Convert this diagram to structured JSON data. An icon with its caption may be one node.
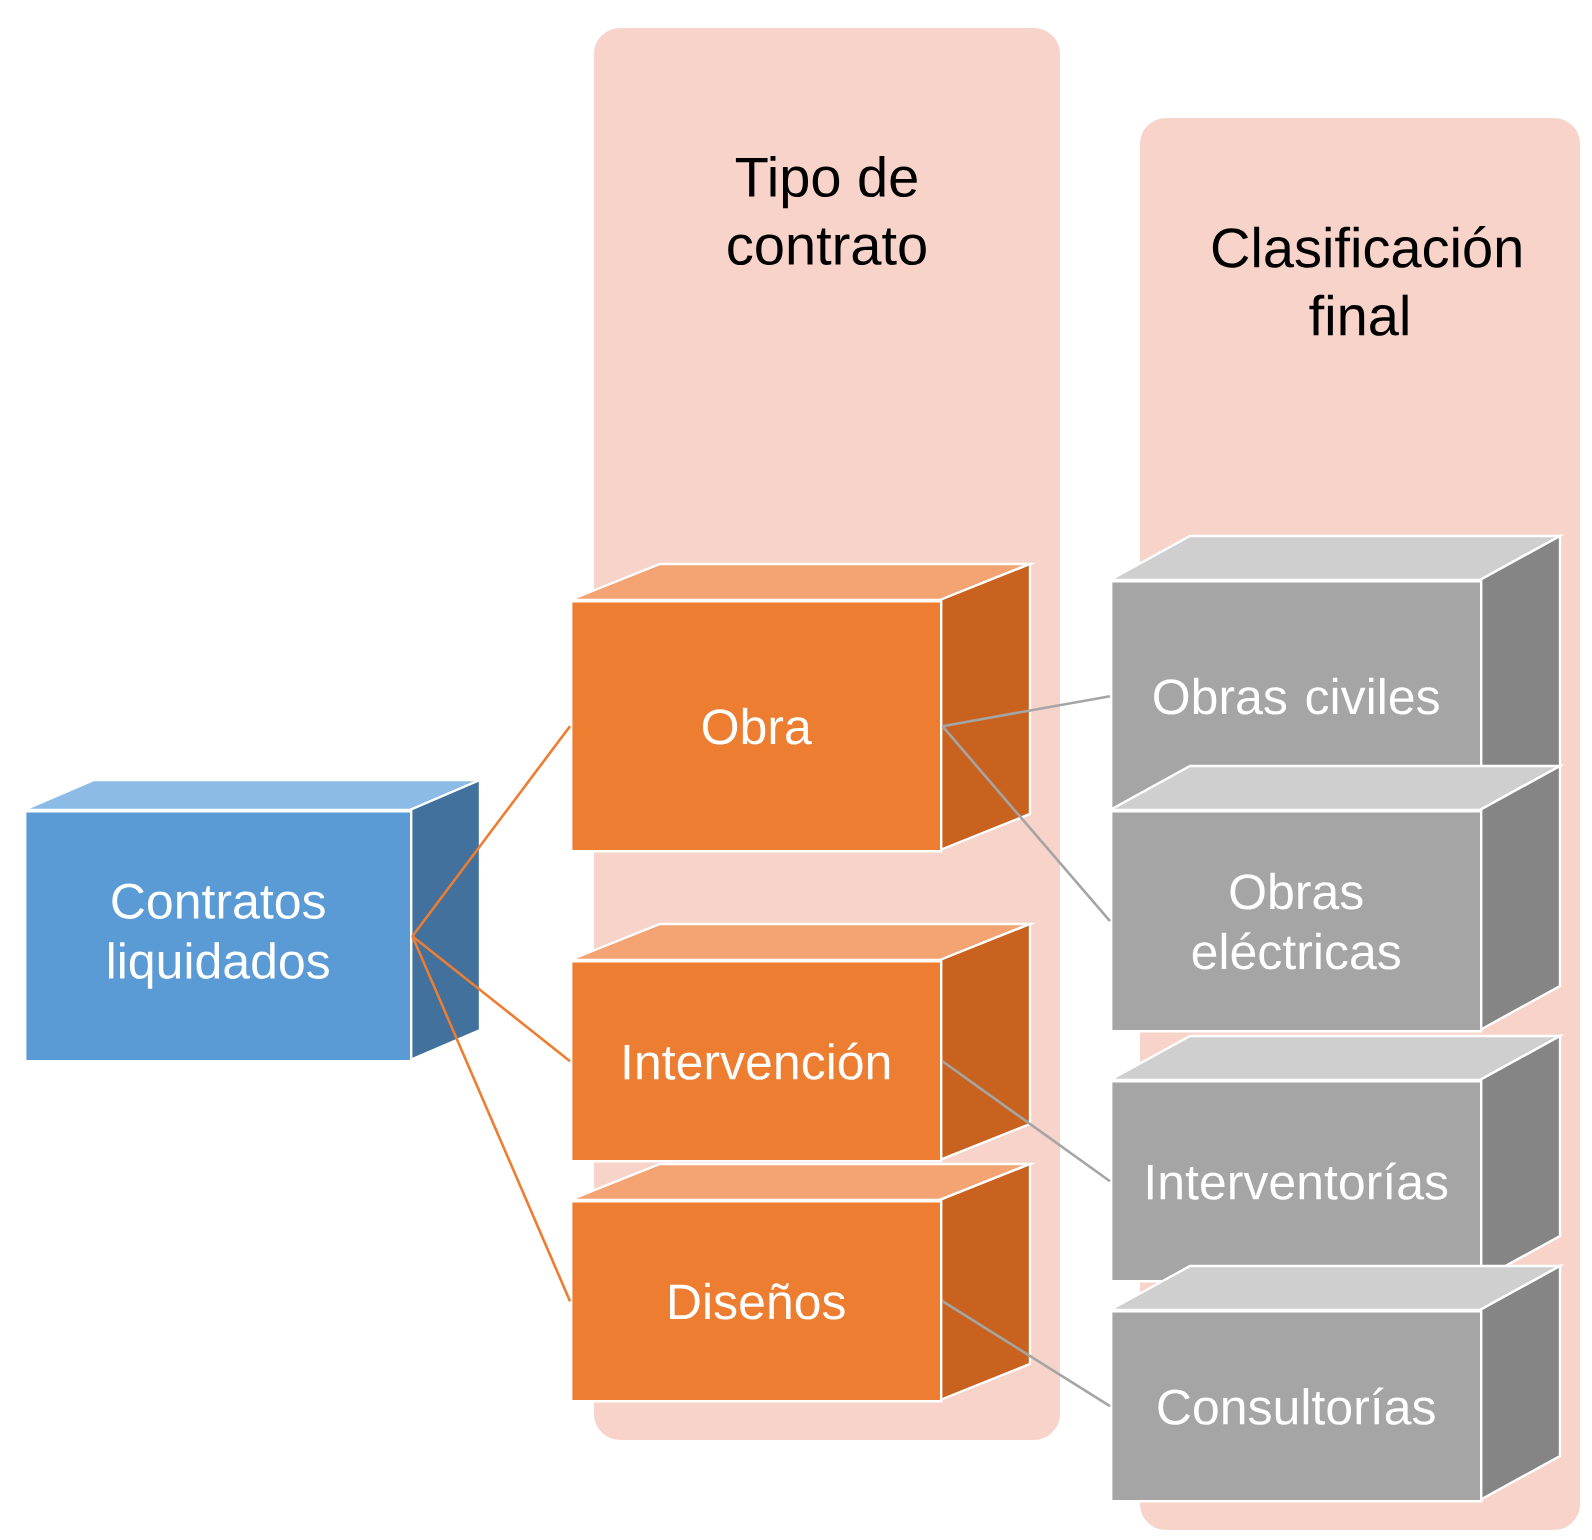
{
  "diagram": {
    "nodes": [
      {
        "text": [
          "Tipo de contrato"
        ]
      },
      {
        "text": [
          "Clasificación final"
        ]
      },
      {
        "text": [
          "Contratos liquidados"
        ]
      },
      {
        "text": [
          "Obra"
        ],
        "in": 0
      },
      {
        "text": [
          "Intervención"
        ],
        "in": 0
      },
      {
        "text": [
          "Diseños"
        ],
        "in": 0
      },
      {
        "text": [
          "Obras civiles"
        ],
        "in": 1
      },
      {
        "text": [
          "Obras eléctricas"
        ],
        "in": 1
      },
      {
        "text": [
          "Interventorías"
        ],
        "in": 1
      },
      {
        "text": [
          "Consultorías"
        ],
        "in": 1
      }
    ],
    "edges": [
      {
        "from": 2,
        "to": 3,
        "arrow": "none",
        "color": "#ed7d31"
      },
      {
        "from": 2,
        "to": 4,
        "arrow": "none",
        "color": "#ed7d31"
      },
      {
        "from": 2,
        "to": 5,
        "arrow": "none",
        "color": "#ed7d31"
      },
      {
        "from": 3,
        "to": 6,
        "arrow": "none"
      },
      {
        "from": 3,
        "to": 7,
        "arrow": "none"
      },
      {
        "from": 4,
        "to": 8,
        "arrow": "none"
      },
      {
        "from": 5,
        "to": 9,
        "arrow": "none"
      }
    ]
  }
}
